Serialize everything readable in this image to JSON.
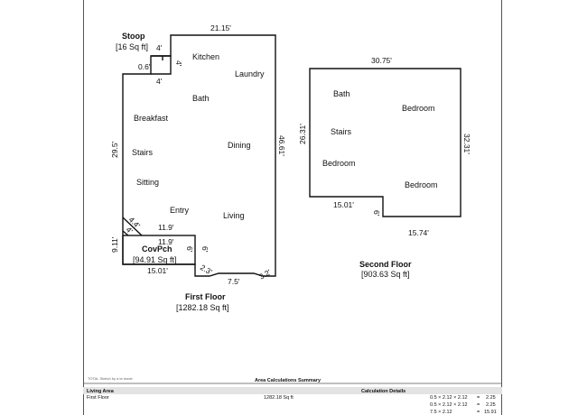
{
  "first_floor": {
    "title": "First Floor",
    "area": "[1282.18 Sq ft]",
    "rooms": [
      "Kitchen",
      "Laundry",
      "Bath",
      "Breakfast",
      "Dining",
      "Stairs",
      "Sitting",
      "Entry",
      "Living"
    ],
    "dims": {
      "top": "21.15'",
      "right": "46.61'",
      "left": "29.5'",
      "stoop_top": "4'",
      "stoop_side": "4'",
      "stoop_small": "0.6'",
      "stoop_bottom": "4'",
      "diag_a": "4.4'",
      "diag_b": "4'",
      "left_low": "9.11'",
      "porch_top": "11.9'",
      "porch_bottom": "11.9'",
      "porch_side": "6'",
      "porch_side2": "6'",
      "bottom": "15.01'",
      "bay_left": "2.3'",
      "bay_bottom": "7.5'",
      "bay_right": "3.2'"
    },
    "stoop": {
      "title": "Stoop",
      "area": "[16 Sq ft]"
    },
    "covpch": {
      "title": "CovPch",
      "area": "[94.91 Sq ft]"
    }
  },
  "second_floor": {
    "title": "Second Floor",
    "area": "[903.63 Sq ft]",
    "rooms": [
      "Bath",
      "Bedroom",
      "Stairs",
      "Bedroom",
      "Bedroom"
    ],
    "dims": {
      "top": "30.75'",
      "left": "26.31'",
      "right": "32.31'",
      "bottom_left": "15.01'",
      "notch": "6'",
      "bottom_right": "15.74'"
    }
  },
  "footer": {
    "note": "TOTAL Sketch by a la mode",
    "summary_title": "Area Calculations Summary",
    "living_area_label": "Living Area",
    "calc_details_label": "Calculation Details",
    "rows": [
      {
        "name": "First Floor",
        "value": "1282.18 Sq ft"
      }
    ],
    "calcs": [
      {
        "expr": "0.5 × 2.12 × 2.12",
        "eq": "=",
        "res": "2.25"
      },
      {
        "expr": "0.5 × 2.12 × 2.12",
        "eq": "=",
        "res": "2.25"
      },
      {
        "expr": "7.5 × 2.12",
        "eq": "=",
        "res": "15.91"
      }
    ]
  }
}
